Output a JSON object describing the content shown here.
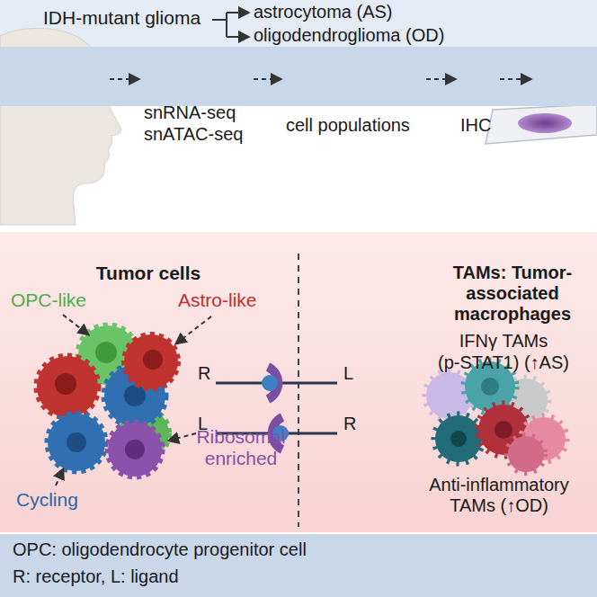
{
  "diagram": {
    "nodes": [
      {
        "text": [
          "snRNA-seq",
          "snATAC-seq",
          "cell populations",
          "IHC"
        ]
      },
      {
        "text": [
          "OPC: oligodendrocyte progenitor cell",
          "R: receptor, L: ligand"
        ]
      }
    ],
    "labels": [
      "IDH-mutant glioma",
      "astrocytoma (AS)",
      "oligodendroglioma (OD)",
      "Tumor cells",
      "OPC-like",
      "Astro-like",
      "Cycling",
      "Ribosomal enriched",
      "R",
      "L",
      "L",
      "R",
      "TAMs: Tumor-associated macrophages",
      "IFNγ TAMs",
      "(p-STAT1) (↑AS)",
      "Anti-inflammatory TAMs (↑OD)"
    ]
  }
}
